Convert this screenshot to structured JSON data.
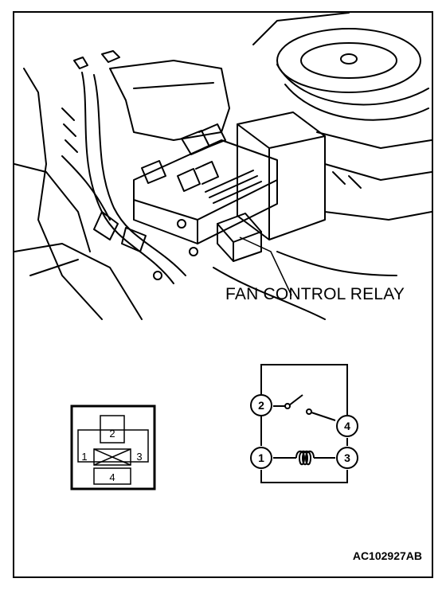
{
  "illustration": {
    "callout_label": "FAN CONTROL RELAY"
  },
  "connector": {
    "pins": [
      "1",
      "2",
      "3",
      "4"
    ]
  },
  "schematic": {
    "terminals": [
      "2",
      "4",
      "1",
      "3"
    ]
  },
  "figure_code": "AC102927AB"
}
